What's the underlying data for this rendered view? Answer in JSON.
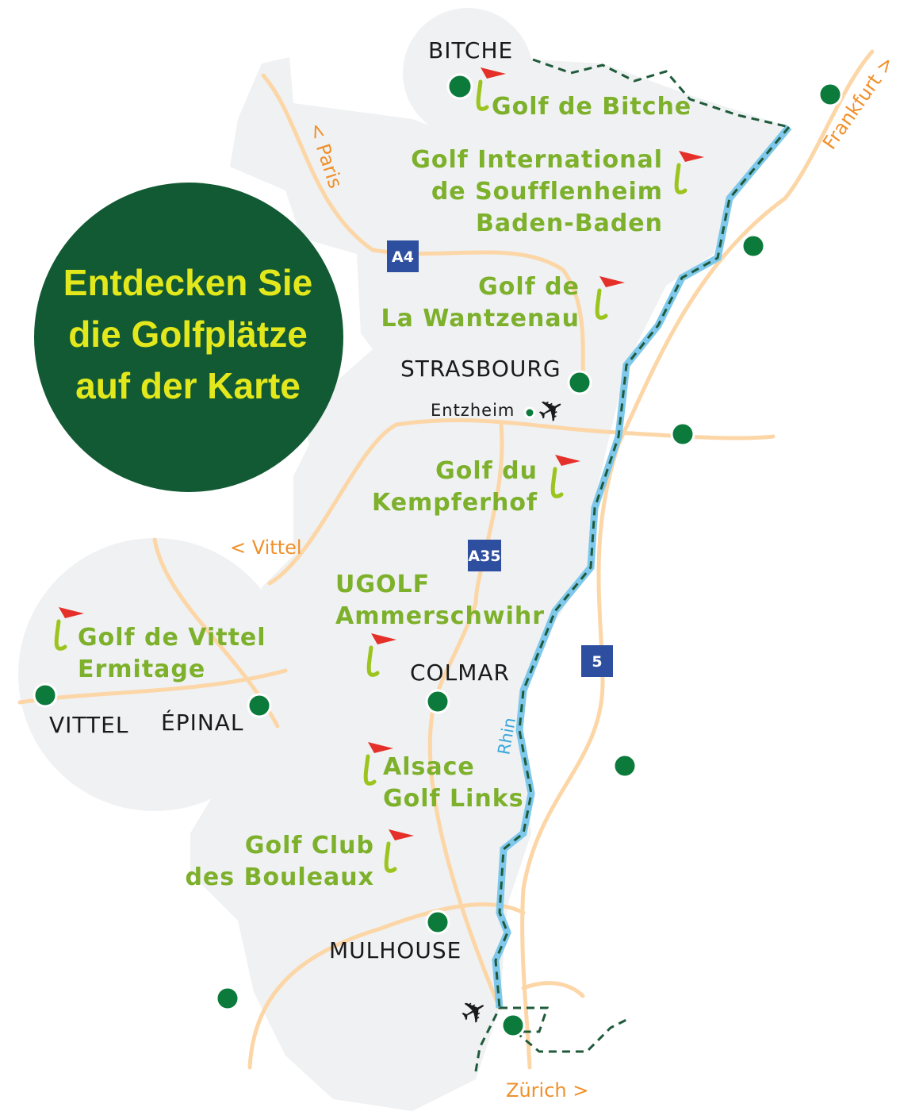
{
  "title_lines": [
    "Entdecken Sie",
    "die Golfplätze",
    "auf der Karte"
  ],
  "colors": {
    "land": "#eff1f2",
    "golf_text": "#7db02b",
    "title_circle": "#125a33",
    "title_text": "#e3e81c",
    "city_dot": "#0b7a3b",
    "road": "#fcd6a6",
    "river": "#7ec8ec",
    "border": "#1f5a3a",
    "direction": "#f0902a",
    "motorway_badge": "#2e4fa0",
    "flag": "#e5302a"
  },
  "golf_courses": [
    {
      "lines": [
        "Golf de Bitche"
      ]
    },
    {
      "lines": [
        "Golf International",
        "de Soufflenheim",
        "Baden-Baden"
      ]
    },
    {
      "lines": [
        "Golf de",
        "La Wantzenau"
      ]
    },
    {
      "lines": [
        "Golf du",
        "Kempferhof"
      ]
    },
    {
      "lines": [
        "UGOLF",
        "Ammerschwihr"
      ]
    },
    {
      "lines": [
        "Alsace",
        "Golf Links"
      ]
    },
    {
      "lines": [
        "Golf Club",
        "des Bouleaux"
      ]
    },
    {
      "lines": [
        "Golf de Vittel",
        "Ermitage"
      ]
    }
  ],
  "cities": [
    "BITCHE",
    "STRASBOURG",
    "Entzheim",
    "COLMAR",
    "MULHOUSE",
    "VITTEL",
    "ÉPINAL"
  ],
  "directions": [
    "< Paris",
    "Frankfurt >",
    "< Vittel",
    "Zürich >"
  ],
  "motorways": [
    "A4",
    "A35",
    "5"
  ],
  "river": "Rhin",
  "icons": [
    "golf-flag-icon",
    "airplane-icon",
    "city-dot-icon"
  ]
}
